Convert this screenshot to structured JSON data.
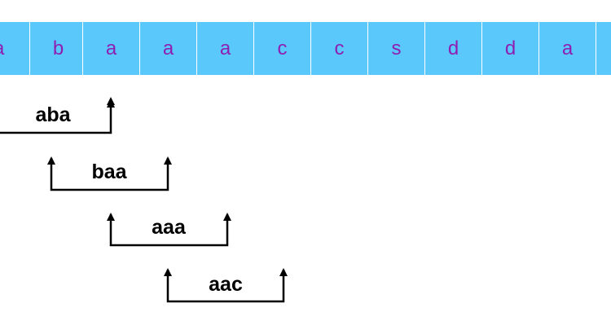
{
  "cells": [
    "a",
    "b",
    "a",
    "a",
    "a",
    "c",
    "c",
    "s",
    "d",
    "d",
    "a",
    ""
  ],
  "windows": [
    {
      "label": "aba",
      "start": 0,
      "end": 2
    },
    {
      "label": "baa",
      "start": 1,
      "end": 3
    },
    {
      "label": "aaa",
      "start": 2,
      "end": 4
    },
    {
      "label": "aac",
      "start": 3,
      "end": 5
    }
  ],
  "colors": {
    "cell_fill": "#5AC8FA",
    "cell_text": "#8E1FB3",
    "cell_border": "#ffffff",
    "bracket": "#000000"
  }
}
